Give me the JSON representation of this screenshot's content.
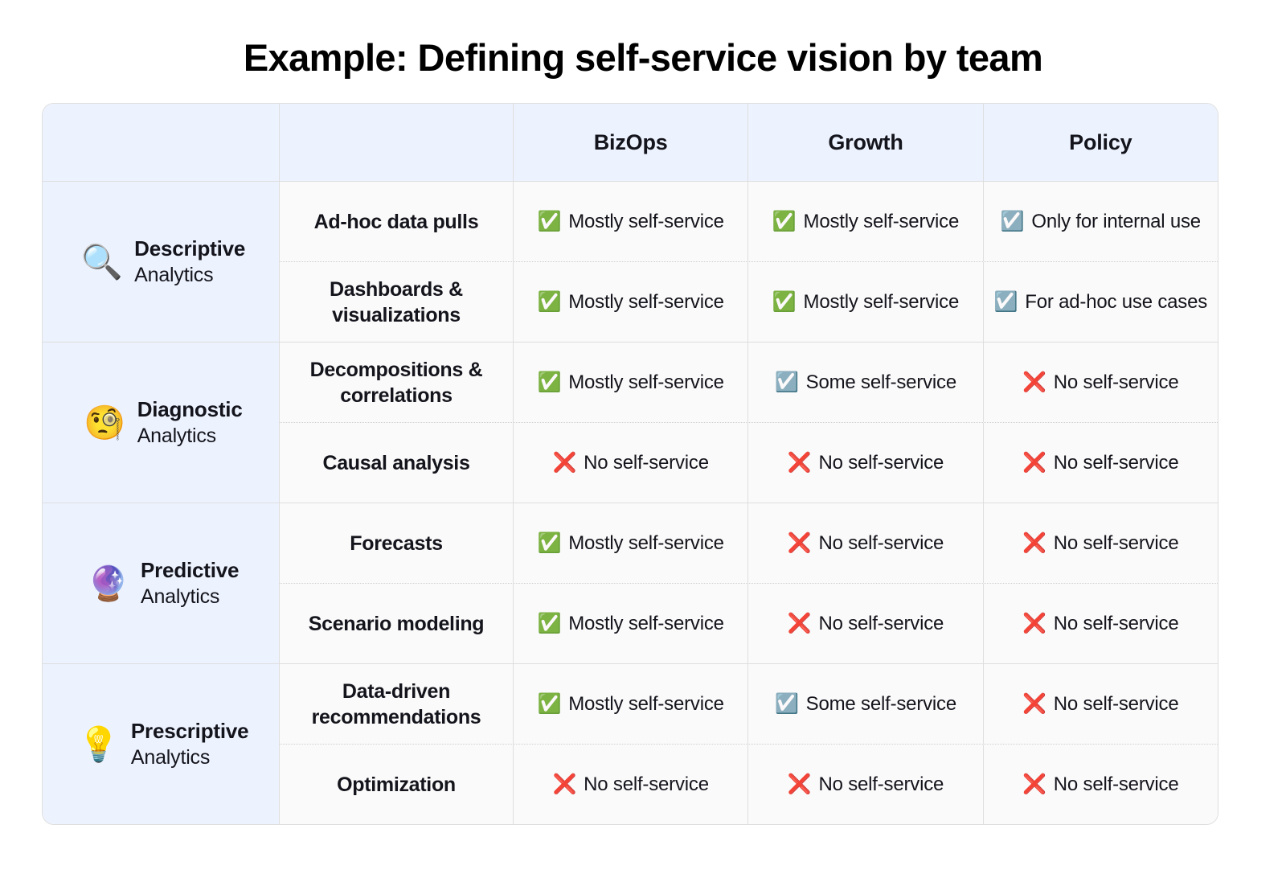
{
  "title": "Example: Defining self-service vision by team",
  "colors": {
    "header_bg": "#edf3fe",
    "category_bg": "#edf3fe",
    "cell_bg": "#fafafa",
    "border": "#dedede",
    "row_divider": "#cfcfcf",
    "text": "#14141c",
    "check_green": "#24a23c",
    "check_gray": "#8a8a8a",
    "cross_red": "#e8262a"
  },
  "table": {
    "columns": [
      {
        "key": "category",
        "label": ""
      },
      {
        "key": "task",
        "label": ""
      },
      {
        "key": "bizops",
        "label": "BizOps"
      },
      {
        "key": "growth",
        "label": "Growth"
      },
      {
        "key": "policy",
        "label": "Policy"
      }
    ],
    "groups": [
      {
        "emoji": "🔍",
        "icon_name": "magnifying-glass-icon",
        "name": "Descriptive",
        "sub": "Analytics",
        "rows": [
          {
            "task": "Ad-hoc data pulls",
            "cells": [
              {
                "icon": "check-green",
                "glyph": "✅",
                "label": "Mostly self-service"
              },
              {
                "icon": "check-green",
                "glyph": "✅",
                "label": "Mostly self-service"
              },
              {
                "icon": "check-gray",
                "glyph": "☑️",
                "label": "Only for internal use"
              }
            ]
          },
          {
            "task": "Dashboards & visualizations",
            "cells": [
              {
                "icon": "check-green",
                "glyph": "✅",
                "label": "Mostly self-service"
              },
              {
                "icon": "check-green",
                "glyph": "✅",
                "label": "Mostly self-service"
              },
              {
                "icon": "check-gray",
                "glyph": "☑️",
                "label": "For ad-hoc use cases"
              }
            ]
          }
        ]
      },
      {
        "emoji": "🧐",
        "icon_name": "face-with-monocle-icon",
        "name": "Diagnostic",
        "sub": "Analytics",
        "rows": [
          {
            "task": "Decompositions & correlations",
            "cells": [
              {
                "icon": "check-green",
                "glyph": "✅",
                "label": "Mostly self-service"
              },
              {
                "icon": "check-gray",
                "glyph": "☑️",
                "label": "Some self-service"
              },
              {
                "icon": "cross-red",
                "glyph": "❌",
                "label": "No self-service"
              }
            ]
          },
          {
            "task": "Causal analysis",
            "cells": [
              {
                "icon": "cross-red",
                "glyph": "❌",
                "label": "No self-service"
              },
              {
                "icon": "cross-red",
                "glyph": "❌",
                "label": "No self-service"
              },
              {
                "icon": "cross-red",
                "glyph": "❌",
                "label": "No self-service"
              }
            ]
          }
        ]
      },
      {
        "emoji": "🔮",
        "icon_name": "crystal-ball-icon",
        "name": "Predictive",
        "sub": "Analytics",
        "rows": [
          {
            "task": "Forecasts",
            "cells": [
              {
                "icon": "check-green",
                "glyph": "✅",
                "label": "Mostly self-service"
              },
              {
                "icon": "cross-red",
                "glyph": "❌",
                "label": "No self-service"
              },
              {
                "icon": "cross-red",
                "glyph": "❌",
                "label": "No self-service"
              }
            ]
          },
          {
            "task": "Scenario modeling",
            "cells": [
              {
                "icon": "check-green",
                "glyph": "✅",
                "label": "Mostly self-service"
              },
              {
                "icon": "cross-red",
                "glyph": "❌",
                "label": "No self-service"
              },
              {
                "icon": "cross-red",
                "glyph": "❌",
                "label": "No self-service"
              }
            ]
          }
        ]
      },
      {
        "emoji": "💡",
        "icon_name": "light-bulb-icon",
        "name": "Prescriptive",
        "sub": "Analytics",
        "rows": [
          {
            "task": "Data-driven recommendations",
            "cells": [
              {
                "icon": "check-green",
                "glyph": "✅",
                "label": "Mostly self-service"
              },
              {
                "icon": "check-gray",
                "glyph": "☑️",
                "label": "Some self-service"
              },
              {
                "icon": "cross-red",
                "glyph": "❌",
                "label": "No self-service"
              }
            ]
          },
          {
            "task": "Optimization",
            "cells": [
              {
                "icon": "cross-red",
                "glyph": "❌",
                "label": "No self-service"
              },
              {
                "icon": "cross-red",
                "glyph": "❌",
                "label": "No self-service"
              },
              {
                "icon": "cross-red",
                "glyph": "❌",
                "label": "No self-service"
              }
            ]
          }
        ]
      }
    ]
  }
}
